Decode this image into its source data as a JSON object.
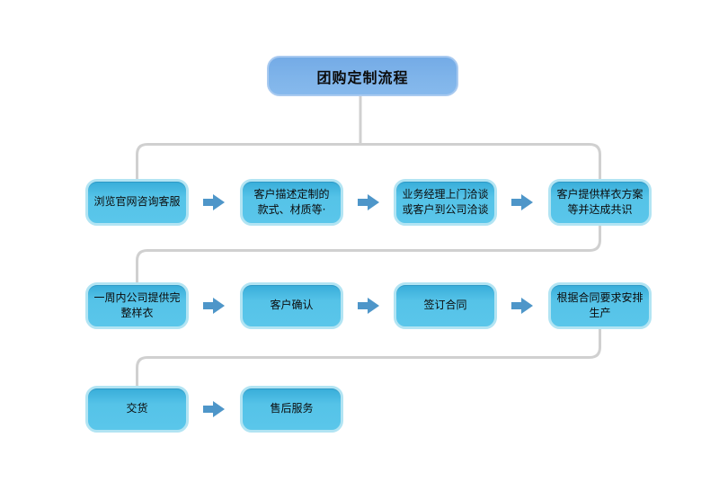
{
  "title": {
    "label": "团购定制流程"
  },
  "flow": {
    "rows": [
      {
        "boxes": [
          {
            "label": "浏览官网咨询客服"
          },
          {
            "label": "客户描述定制的\n款式、材质等·"
          },
          {
            "label": "业务经理上门洽谈\n或客户到公司洽谈"
          },
          {
            "label": "客户提供样衣方案\n等并达成共识"
          }
        ]
      },
      {
        "boxes": [
          {
            "label": "一周内公司提供完\n整样衣"
          },
          {
            "label": "客户确认"
          },
          {
            "label": "签订合同"
          },
          {
            "label": "根据合同要求安排\n生产"
          }
        ]
      },
      {
        "boxes": [
          {
            "label": "交货"
          },
          {
            "label": "售后服务"
          }
        ]
      }
    ]
  },
  "colors": {
    "node_fill": "#55c3e8",
    "node_border": "#b2e4f3",
    "title_fill": "#7fb4ea",
    "title_border": "#a9caf0",
    "arrow": "#4e96c9",
    "connector_line": "#d0d0d0",
    "text": "#0b0b0b",
    "background": "#ffffff"
  }
}
